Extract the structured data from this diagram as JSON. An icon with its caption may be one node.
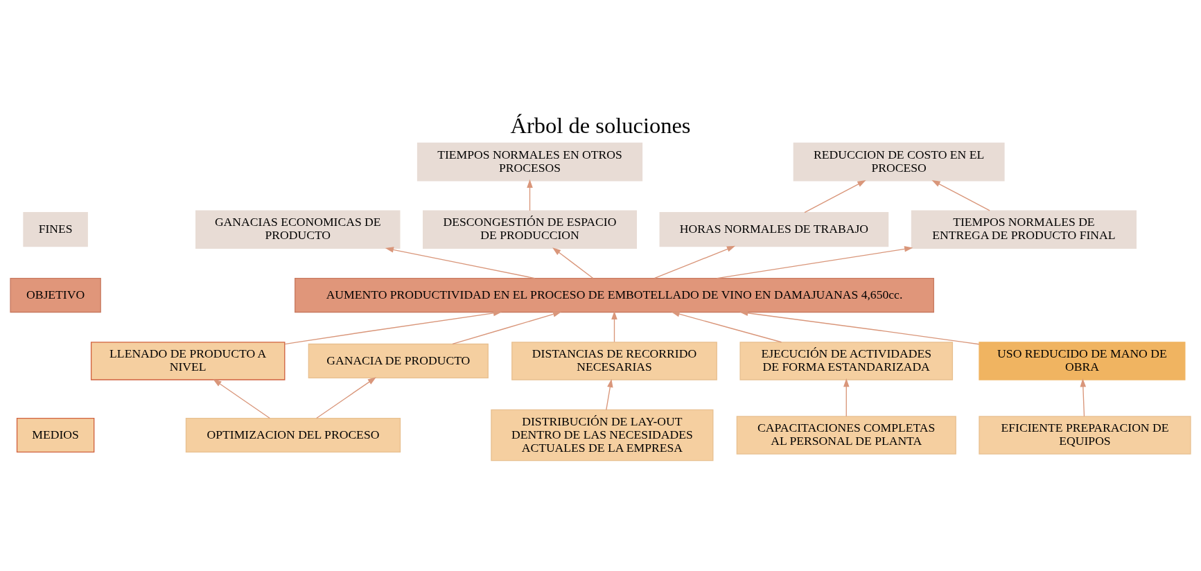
{
  "diagram": {
    "title": "Árbol de soluciones",
    "nodes": [
      {
        "text": [
          "FINES"
        ]
      },
      {
        "text": [
          "OBJETIVO"
        ]
      },
      {
        "text": [
          "MEDIOS"
        ]
      },
      {
        "text": [
          "REDUCCION DE COSTO EN EL PROCESO"
        ]
      },
      {
        "text": [
          "TIEMPOS NORMALES EN OTROS PROCESOS"
        ]
      },
      {
        "text": [
          "GANACIAS ECONOMICAS DE PRODUCTO"
        ]
      },
      {
        "text": [
          "DESCONGESTIÓN DE ESPACIO DE PRODUCCION"
        ]
      },
      {
        "text": [
          "HORAS NORMALES DE TRABAJO"
        ]
      },
      {
        "text": [
          "TIEMPOS NORMALES DE ENTREGA DE PRODUCTO FINAL"
        ]
      },
      {
        "text": [
          "AUMENTO PRODUCTIVIDAD EN EL PROCESO DE EMBOTELLADO DE VINO EN DAMAJUANAS 4,650cc."
        ]
      },
      {
        "text": [
          "LLENADO DE PRODUCTO A NIVEL"
        ]
      },
      {
        "text": [
          "GANACIA DE PRODUCTO"
        ]
      },
      {
        "text": [
          "DISTANCIAS DE RECORRIDO NECESARIAS"
        ]
      },
      {
        "text": [
          "EJECUCIÓN DE ACTIVIDADES DE FORMA ESTANDARIZADA"
        ]
      },
      {
        "text": [
          "USO REDUCIDO DE MANO DE OBRA"
        ]
      },
      {
        "text": [
          "DISTRIBUCIÓN DE LAY-OUT DENTRO DE LAS NECESIDADES ACTUALES DE LA EMPRESA"
        ]
      },
      {
        "text": [
          "CAPACITACIONES COMPLETAS AL PERSONAL DE PLANTA"
        ]
      },
      {
        "text": [
          "EFICIENTE PREPARACION DE EQUIPOS"
        ]
      },
      {
        "text": [
          "OPTIMIZACION DEL PROCESO"
        ]
      }
    ],
    "edges": [
      {
        "from": 9,
        "to": 5,
        "arrow": "to"
      },
      {
        "from": 9,
        "to": 6,
        "arrow": "to"
      },
      {
        "from": 9,
        "to": 7,
        "arrow": "to"
      },
      {
        "from": 9,
        "to": 8,
        "arrow": "to"
      },
      {
        "from": 6,
        "to": 4,
        "arrow": "to"
      },
      {
        "from": 7,
        "to": 3,
        "arrow": "to"
      },
      {
        "from": 8,
        "to": 3,
        "arrow": "to"
      },
      {
        "from": 10,
        "to": 9,
        "arrow": "to"
      },
      {
        "from": 11,
        "to": 9,
        "arrow": "to"
      },
      {
        "from": 12,
        "to": 9,
        "arrow": "to"
      },
      {
        "from": 13,
        "to": 9,
        "arrow": "to"
      },
      {
        "from": 14,
        "to": 9,
        "arrow": "to"
      },
      {
        "from": 15,
        "to": 12,
        "arrow": "to"
      },
      {
        "from": 16,
        "to": 13,
        "arrow": "to"
      },
      {
        "from": 17,
        "to": 14,
        "arrow": "to"
      },
      {
        "from": 18,
        "to": 10,
        "arrow": "to"
      },
      {
        "from": 18,
        "to": 11,
        "arrow": "to"
      }
    ]
  }
}
